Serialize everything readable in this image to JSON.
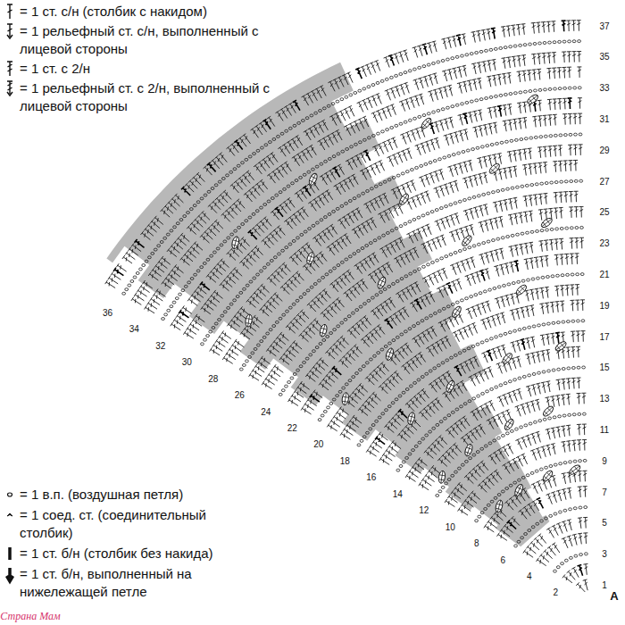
{
  "diagram": {
    "labels": [
      "37",
      "35",
      "33",
      "31",
      "29",
      "27",
      "25",
      "23",
      "21",
      "19",
      "17",
      "15",
      "13",
      "11",
      "9",
      "7",
      "5",
      "3",
      "1",
      "36",
      "34",
      "32",
      "30",
      "28",
      "26",
      "24",
      "22",
      "20",
      "18",
      "16",
      "14",
      "12",
      "10",
      "8",
      "6",
      "4",
      "2",
      "A",
      "Страна Мам"
    ],
    "legend": [
      {
        "text": "= 1 ст. с/н (столбик с накидом)"
      },
      {
        "text": "= 1 рельефный ст. с/н, выполненный с лицевой стороны"
      },
      {
        "text": "= 1 ст. с 2/н"
      },
      {
        "text": "= 1 рельефный ст. с 2/н, выполненный с лицевой стороны"
      },
      {
        "text": "= 1 в.п. (воздушная петля)"
      },
      {
        "text": "= 1 соед. ст. (соединительный столбик)"
      },
      {
        "text": "= 1 ст. б/н (столбик без накида)"
      },
      {
        "text": "= 1 ст. б/н, выполненный на нижележащей петле"
      }
    ]
  }
}
